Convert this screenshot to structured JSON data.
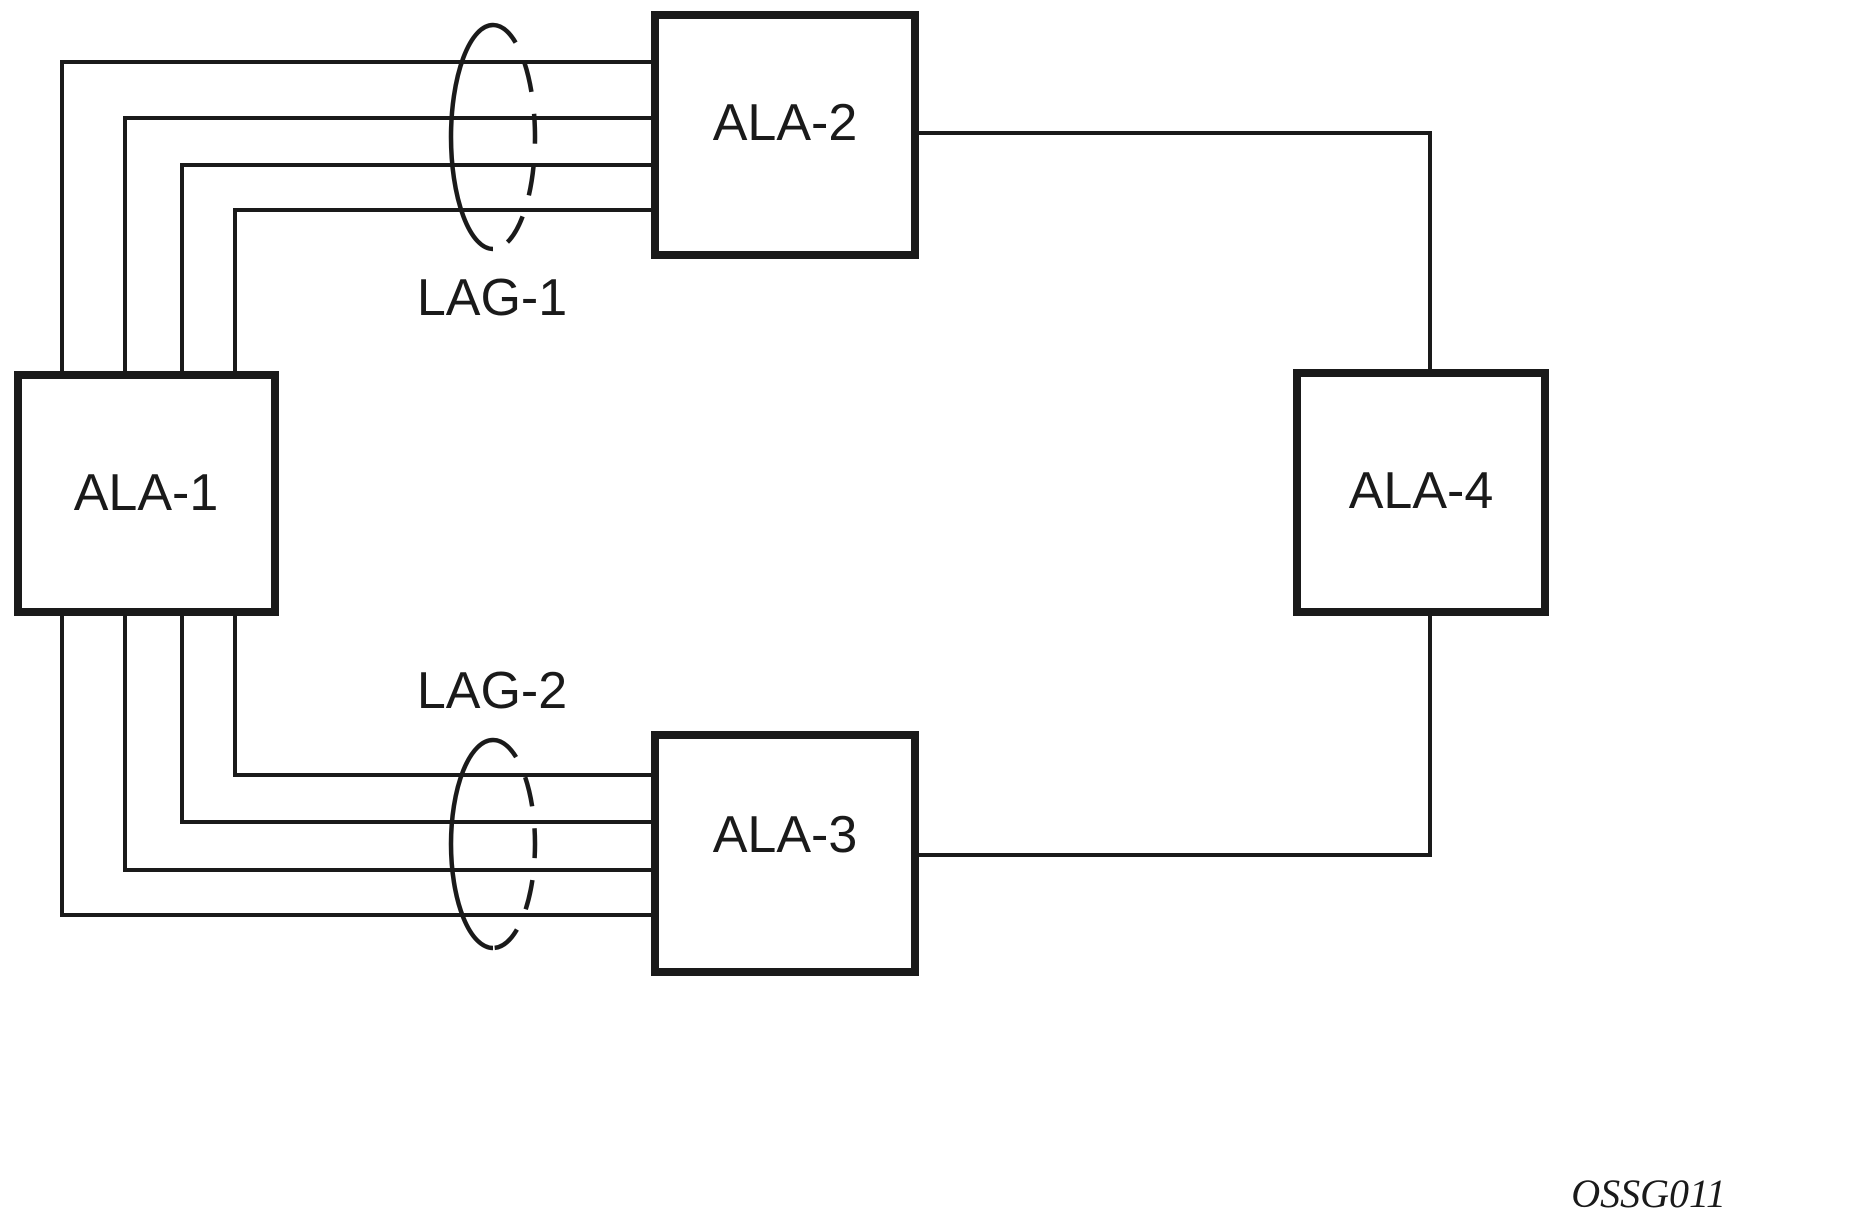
{
  "colors": {
    "stroke": "#1a1a1a",
    "background": "#ffffff"
  },
  "nodes": {
    "ala1": {
      "label": "ALA-1"
    },
    "ala2": {
      "label": "ALA-2"
    },
    "ala3": {
      "label": "ALA-3"
    },
    "ala4": {
      "label": "ALA-4"
    }
  },
  "lags": {
    "lag1": {
      "label": "LAG-1",
      "link_count": 4,
      "from": "ALA-1",
      "to": "ALA-2"
    },
    "lag2": {
      "label": "LAG-2",
      "link_count": 4,
      "from": "ALA-1",
      "to": "ALA-3"
    }
  },
  "single_links": [
    {
      "from": "ALA-2",
      "to": "ALA-4"
    },
    {
      "from": "ALA-3",
      "to": "ALA-4"
    }
  ],
  "figure_id": "OSSG011"
}
